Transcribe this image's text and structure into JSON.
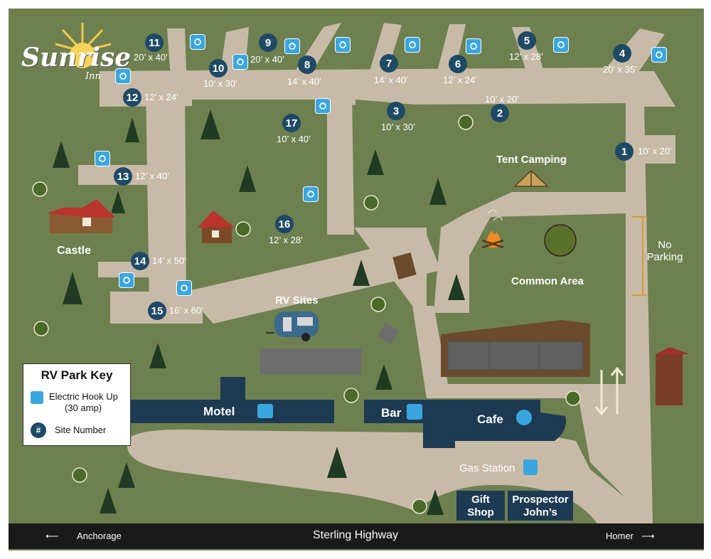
{
  "logo": {
    "text": "Sunrise",
    "sub": "Inn"
  },
  "sites": [
    {
      "num": "1",
      "size": "10’ x 20’"
    },
    {
      "num": "2",
      "size": "10’ x 20’"
    },
    {
      "num": "3",
      "size": "10’ x 30’"
    },
    {
      "num": "4",
      "size": "20’ x 35’"
    },
    {
      "num": "5",
      "size": "12’ x 28’"
    },
    {
      "num": "6",
      "size": "12’ x 24’"
    },
    {
      "num": "7",
      "size": "14’ x 40’"
    },
    {
      "num": "8",
      "size": "14’ x 40’"
    },
    {
      "num": "9",
      "size": "20’ x 40’"
    },
    {
      "num": "10",
      "size": "10’ x 30’"
    },
    {
      "num": "11",
      "size": "20’ x 40’"
    },
    {
      "num": "12",
      "size": "12’ x 24’"
    },
    {
      "num": "13",
      "size": "12’ x 40’"
    },
    {
      "num": "14",
      "size": "14’ x 50’"
    },
    {
      "num": "15",
      "size": "16’ x 60’"
    },
    {
      "num": "16",
      "size": "12’ x 28’"
    },
    {
      "num": "17",
      "size": "10’ x 40’"
    }
  ],
  "labels": {
    "tent_camping": "Tent Camping",
    "common_area": "Common Area",
    "no_parking": "No Parking",
    "castle": "Castle",
    "rv_sites": "RV Sites",
    "motel": "Motel",
    "bar": "Bar",
    "cafe": "Cafe",
    "gas_station": "Gas Station",
    "gift_shop": "Gift Shop",
    "prospector": "Prospector John’s"
  },
  "highway": {
    "name": "Sterling Highway",
    "left": "Anchorage",
    "right": "Homer"
  },
  "key": {
    "title": "RV Park Key",
    "electric": "Electric Hook Up",
    "electric_amp": "(30 amp)",
    "site_symbol": "#",
    "site": "Site Number"
  },
  "icons": [
    "electric-plug-icon",
    "tree-icon",
    "cabin-icon",
    "tent-icon",
    "campfire-icon",
    "rv-trailer-icon",
    "bed-icon",
    "cocktail-icon",
    "burger-icon",
    "gas-pump-icon",
    "sun-icon"
  ],
  "colors": {
    "grass": "#6e8050",
    "road": "#c7bba8",
    "building": "#1d3a52",
    "pin": "#1f4a66",
    "electric": "#3aa6df"
  }
}
